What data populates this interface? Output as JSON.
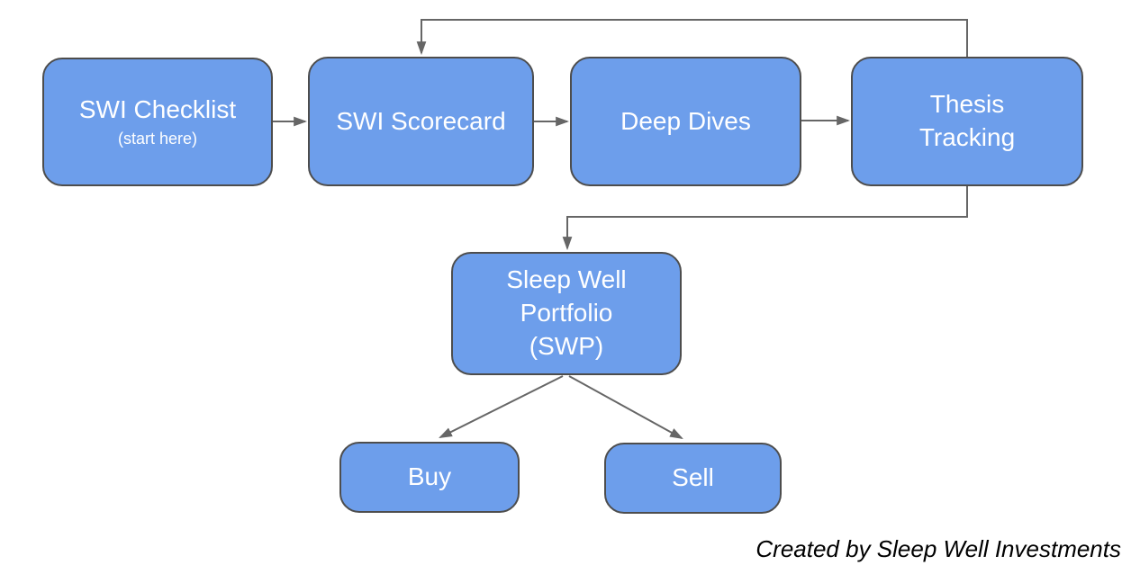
{
  "theme": {
    "node_fill": "#6d9eeb",
    "node_border": "#4d4d4d",
    "node_text": "#ffffff",
    "connector": "#666666",
    "caption_color": "#000000",
    "canvas_bg": "#ffffff"
  },
  "nodes": {
    "checklist": {
      "title": "SWI Checklist",
      "subtitle": "(start here)"
    },
    "scorecard": {
      "label": "SWI Scorecard"
    },
    "deep_dives": {
      "label": "Deep Dives"
    },
    "thesis_tracking": {
      "lines": [
        "Thesis",
        "Tracking"
      ]
    },
    "portfolio": {
      "lines": [
        "Sleep Well",
        "Portfolio",
        "(SWP)"
      ]
    },
    "buy": {
      "label": "Buy"
    },
    "sell": {
      "label": "Sell"
    }
  },
  "caption": {
    "text": "Created by Sleep Well Investments"
  }
}
